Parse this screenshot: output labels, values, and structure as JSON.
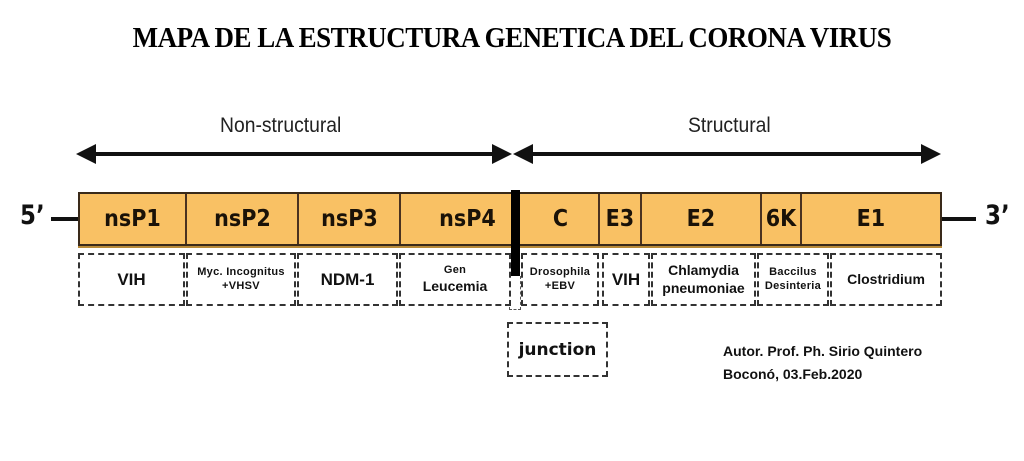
{
  "title": "MAPA DE LA ESTRUCTURA GENETICA DEL CORONA VIRUS",
  "regions": {
    "non_structural": "Non-structural",
    "structural": "Structural"
  },
  "ends": {
    "five_prime": "5’",
    "three_prime": "3’"
  },
  "colors": {
    "segment_fill": "#f9c164",
    "segment_border": "#3a2a1a",
    "junction": "#000000"
  },
  "segments": [
    {
      "name": "nsP1",
      "region": "non-structural"
    },
    {
      "name": "nsP2",
      "region": "non-structural"
    },
    {
      "name": "nsP3",
      "region": "non-structural"
    },
    {
      "name": "nsP4",
      "region": "non-structural"
    },
    {
      "name": "C",
      "region": "structural"
    },
    {
      "name": "E3",
      "region": "structural"
    },
    {
      "name": "E2",
      "region": "structural"
    },
    {
      "name": "6K",
      "region": "structural"
    },
    {
      "name": "E1",
      "region": "structural"
    }
  ],
  "annotations": [
    {
      "segment": "nsP1",
      "lines": [
        "VIH"
      ]
    },
    {
      "segment": "nsP2",
      "lines": [
        "Myc. Incognitus",
        "+VHSV"
      ]
    },
    {
      "segment": "nsP3",
      "lines": [
        "NDM-1"
      ]
    },
    {
      "segment": "nsP4",
      "lines": [
        "Gen",
        "Leucemia"
      ]
    },
    {
      "segment": "C",
      "lines": [
        "Drosophila",
        "+EBV"
      ]
    },
    {
      "segment": "E3",
      "lines": [
        "VIH"
      ]
    },
    {
      "segment": "E2",
      "lines": [
        "Chlamydia",
        "pneumoniae"
      ]
    },
    {
      "segment": "6K",
      "lines": [
        "Baccilus",
        "Desinteria"
      ]
    },
    {
      "segment": "E1",
      "lines": [
        "Clostridium"
      ]
    }
  ],
  "junction_label": "junction",
  "author": {
    "line1": "Autor. Prof. Ph. Sirio Quintero",
    "line2": "Boconó, 03.Feb.2020"
  }
}
